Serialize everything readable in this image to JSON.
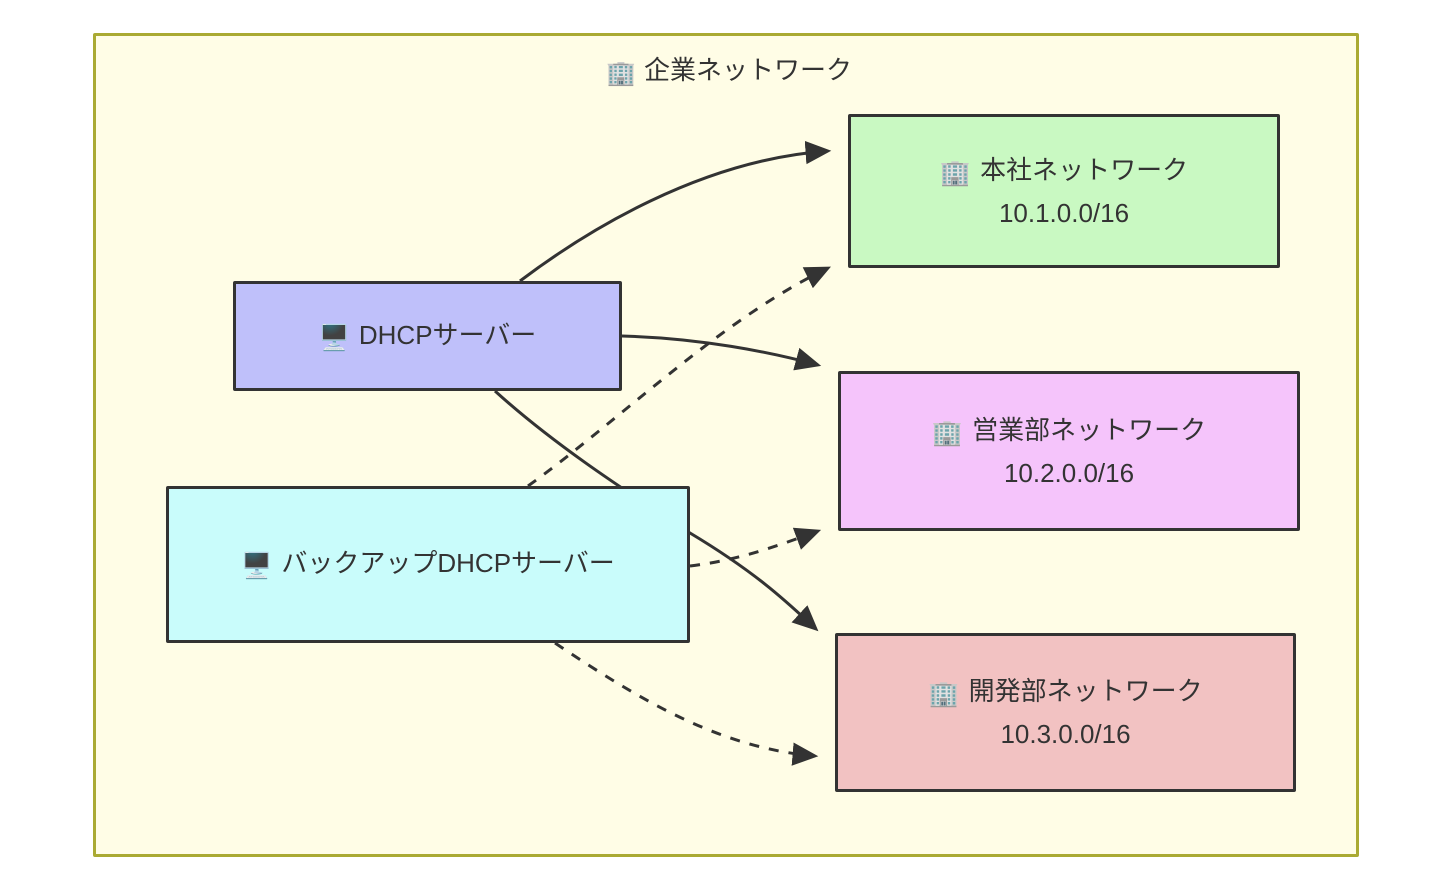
{
  "diagram": {
    "type": "network-topology",
    "cluster": {
      "title": "企業ネットワーク",
      "icon": "office-building-icon",
      "icon_glyph": "🏢",
      "background_color": "#fffde6",
      "border_color": "#aaaa33"
    },
    "nodes": [
      {
        "id": "dhcp-server",
        "label": "DHCPサーバー",
        "subtitle": "",
        "icon": "desktop-computer-icon",
        "icon_glyph": "🖥️",
        "fill_color": "#bfc0fa",
        "border_color": "#333333"
      },
      {
        "id": "backup-dhcp-server",
        "label": "バックアップDHCPサーバー",
        "subtitle": "",
        "icon": "desktop-computer-icon",
        "icon_glyph": "🖥️",
        "fill_color": "#c9fcfb",
        "border_color": "#333333"
      },
      {
        "id": "hq-network",
        "label": "本社ネットワーク",
        "subtitle": "10.1.0.0/16",
        "icon": "office-building-icon",
        "icon_glyph": "🏢",
        "fill_color": "#c9f9c2",
        "border_color": "#333333"
      },
      {
        "id": "sales-network",
        "label": "営業部ネットワーク",
        "subtitle": "10.2.0.0/16",
        "icon": "office-building-icon",
        "icon_glyph": "🏢",
        "fill_color": "#f5c4fb",
        "border_color": "#333333"
      },
      {
        "id": "dev-network",
        "label": "開発部ネットワーク",
        "subtitle": "10.3.0.0/16",
        "icon": "office-building-icon",
        "icon_glyph": "🏢",
        "fill_color": "#f2c2c2",
        "border_color": "#333333"
      }
    ],
    "edges": [
      {
        "from": "dhcp-server",
        "to": "hq-network",
        "style": "solid",
        "arrow": "end"
      },
      {
        "from": "dhcp-server",
        "to": "sales-network",
        "style": "solid",
        "arrow": "end"
      },
      {
        "from": "dhcp-server",
        "to": "dev-network",
        "style": "solid",
        "arrow": "end"
      },
      {
        "from": "backup-dhcp-server",
        "to": "hq-network",
        "style": "dashed",
        "arrow": "end"
      },
      {
        "from": "backup-dhcp-server",
        "to": "sales-network",
        "style": "dashed",
        "arrow": "end"
      },
      {
        "from": "backup-dhcp-server",
        "to": "dev-network",
        "style": "dashed",
        "arrow": "end"
      }
    ]
  }
}
